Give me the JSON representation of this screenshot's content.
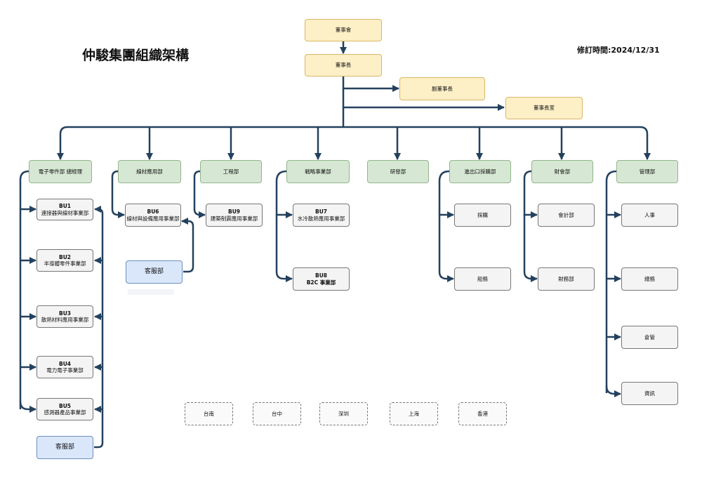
{
  "title": "仲駿集團組織架構",
  "revision": "修訂時間:2024/12/31",
  "top": {
    "board": "董事會",
    "chairman": "董事長",
    "vice_chairman": "副董事長",
    "chairman_office": "董事長室"
  },
  "departments": {
    "electronics": "電子零件部 總經理",
    "wire": "線材應用部",
    "engineering": "工程部",
    "strategy": "戰略事業部",
    "rnd": "研發部",
    "import_export": "進出口採購部",
    "finance": "財會部",
    "management": "管理部"
  },
  "units": {
    "bu1": {
      "code": "BU1",
      "name": "連接器與線材事業部"
    },
    "bu2": {
      "code": "BU2",
      "name": "半導體零件事業部"
    },
    "bu3": {
      "code": "BU3",
      "name": "散熱材料應用事業部"
    },
    "bu4": {
      "code": "BU4",
      "name": "電力電子事業部"
    },
    "bu5": {
      "code": "BU5",
      "name": "感測器產品事業部"
    },
    "bu6": {
      "code": "BU6",
      "name": "線材與設備應用事業部"
    },
    "bu9": {
      "code": "BU9",
      "name": "建築制震應用事業部"
    },
    "bu7": {
      "code": "BU7",
      "name": "水冷散熱應用事業部"
    },
    "bu8": {
      "code": "BU8",
      "name": "B2C 事業部"
    }
  },
  "customer_service_1": "客服部",
  "customer_service_2": "客服部",
  "sub": {
    "procurement": "採購",
    "shipping": "船務",
    "accounting": "會計部",
    "treasury": "財務部",
    "hr": "人事",
    "general_affairs": "總務",
    "warehouse": "倉管",
    "it": "資訊"
  },
  "locations": [
    "台南",
    "台中",
    "深圳",
    "上海",
    "香港"
  ]
}
